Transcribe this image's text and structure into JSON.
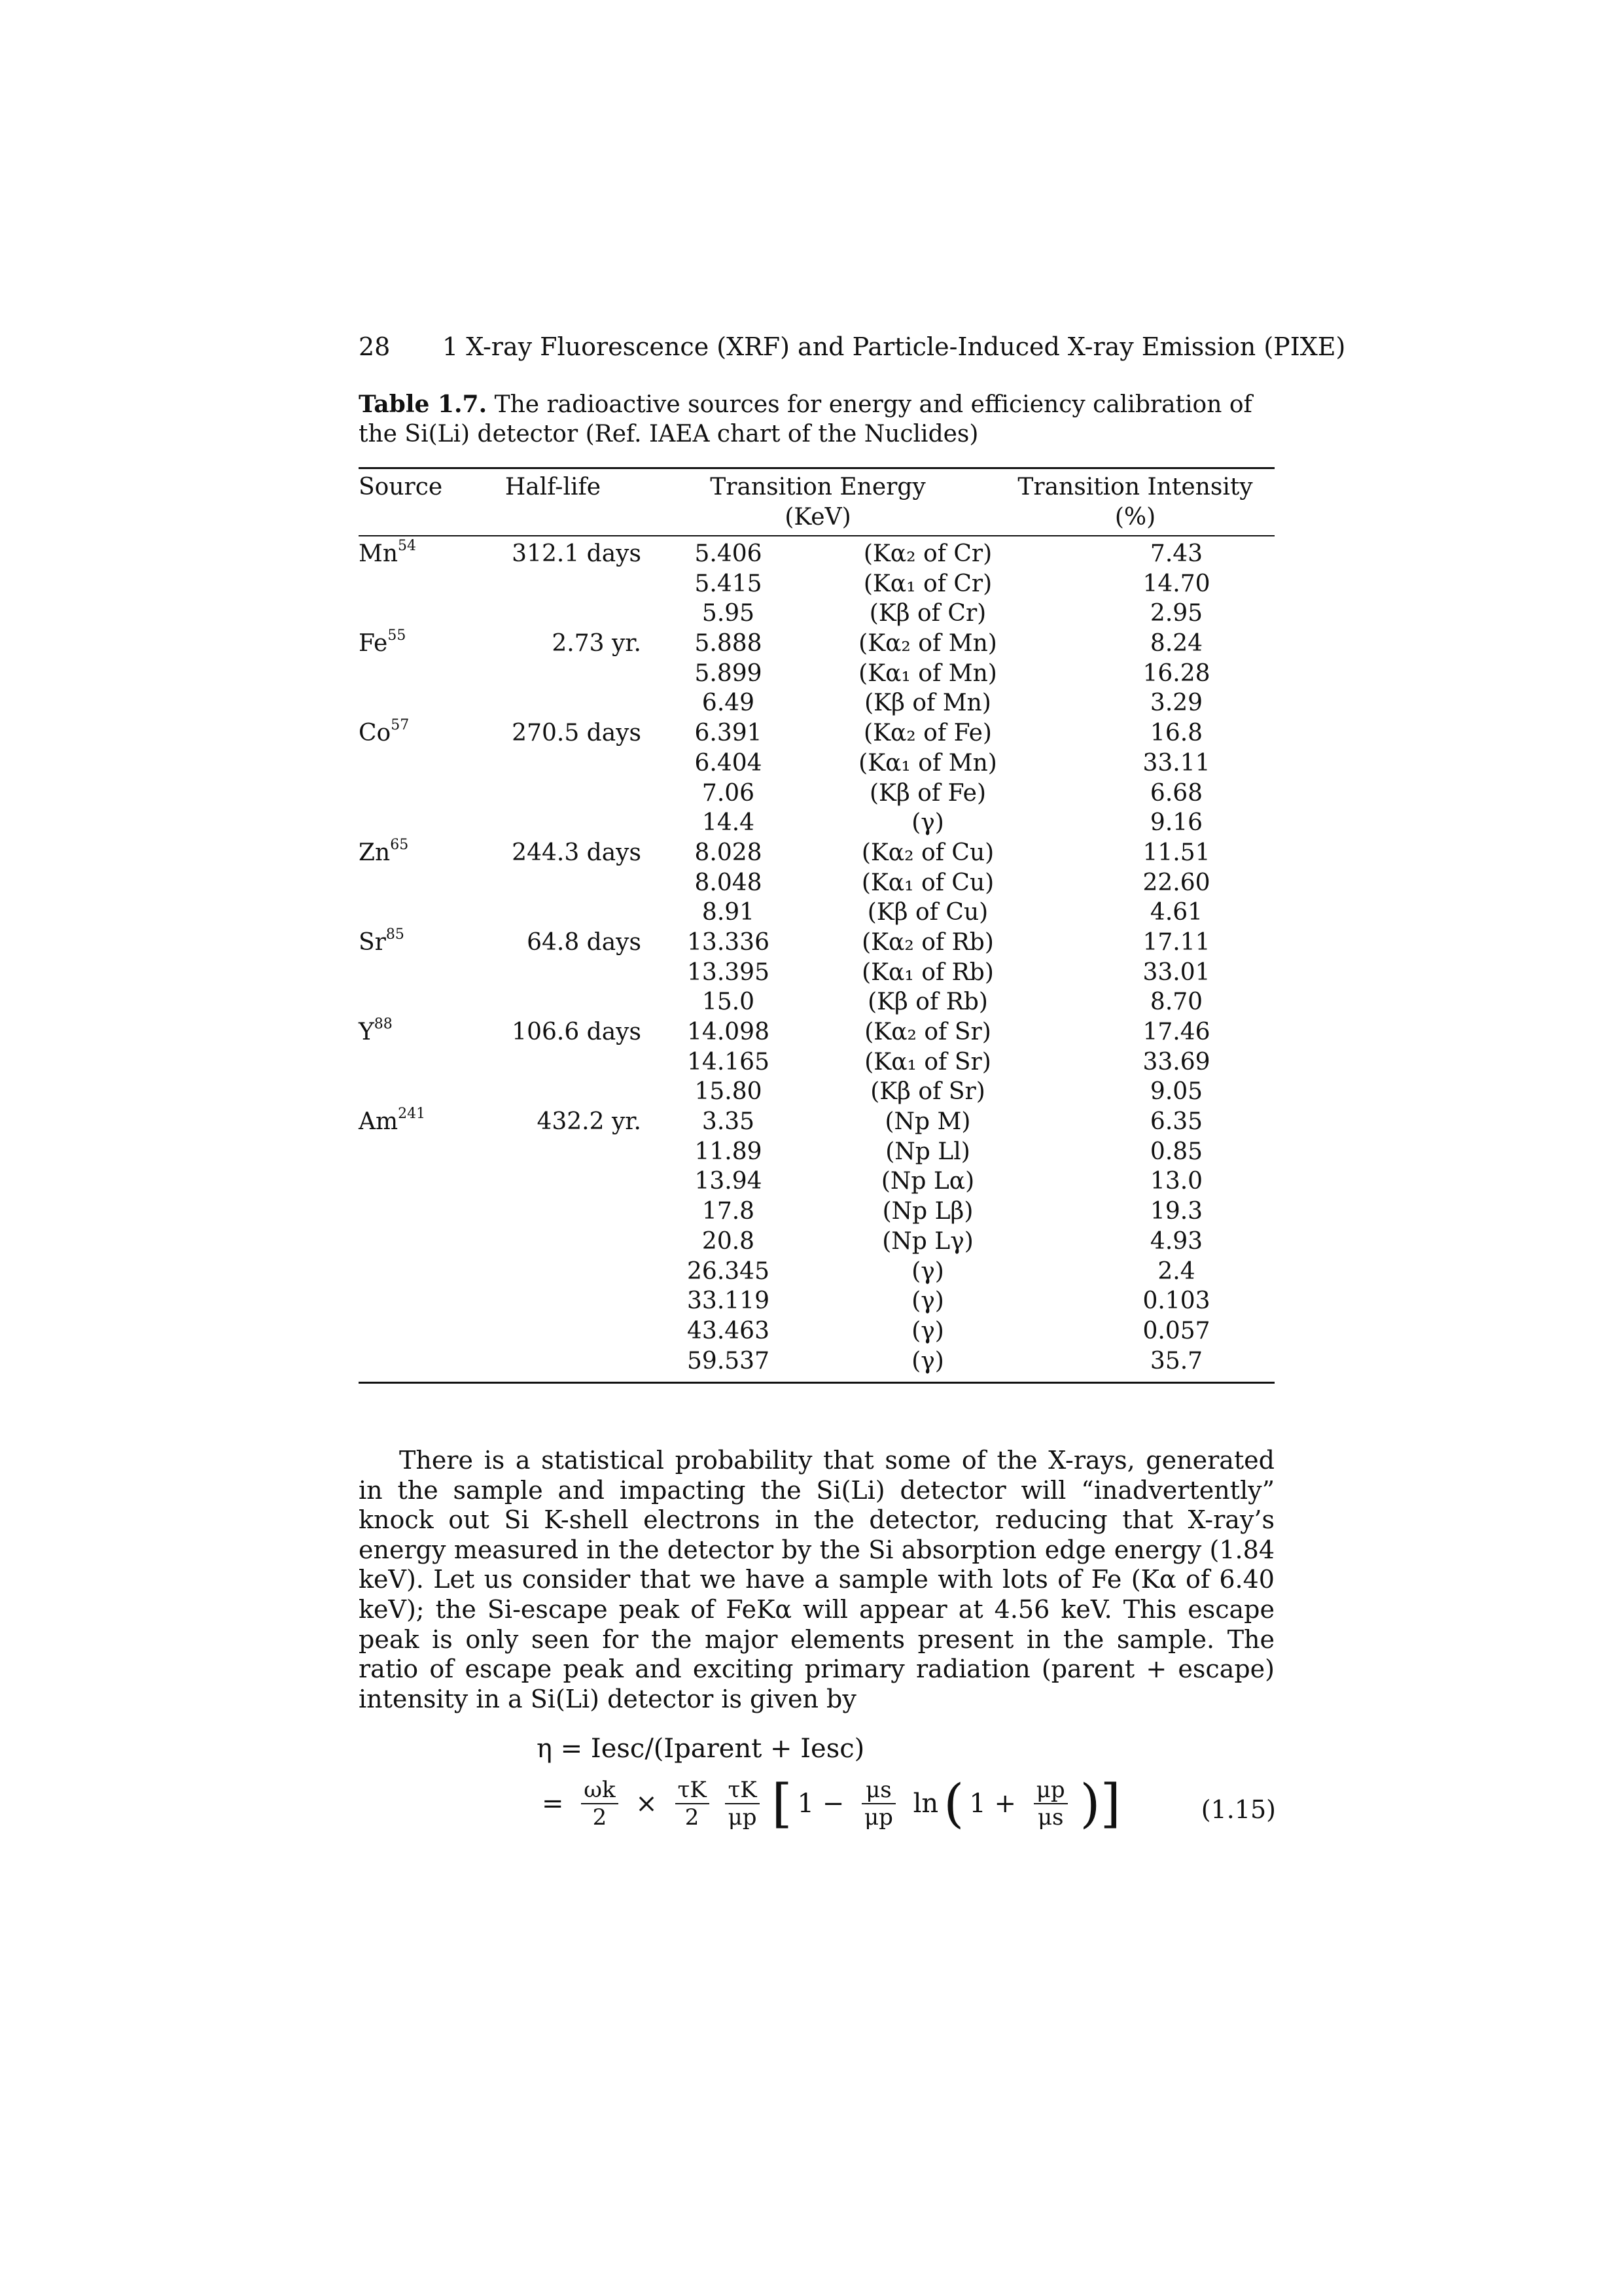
{
  "header": {
    "page_number": "28",
    "running_title": "1 X-ray Fluorescence (XRF) and Particle-Induced X-ray Emission (PIXE)"
  },
  "caption": {
    "label": "Table 1.7.",
    "text": "The radioactive sources for energy and efficiency calibration of the Si(Li) detector (Ref. IAEA chart of the Nuclides)"
  },
  "table": {
    "headers": {
      "source": "Source",
      "half_life": "Half-life",
      "energy": "Transition Energy",
      "energy_unit": "(KeV)",
      "intensity": "Transition Intensity",
      "intensity_unit": "(%)"
    },
    "rows": [
      {
        "source": "Mn",
        "mass": "54",
        "half_life": "312.1 days",
        "energy": "5.406",
        "transition": "(Kα₂ of Cr)",
        "intensity": "7.43"
      },
      {
        "source": "",
        "mass": "",
        "half_life": "",
        "energy": "5.415",
        "transition": "(Kα₁ of Cr)",
        "intensity": "14.70"
      },
      {
        "source": "",
        "mass": "",
        "half_life": "",
        "energy": "5.95",
        "transition": "(Kβ of Cr)",
        "intensity": "2.95"
      },
      {
        "source": "Fe",
        "mass": "55",
        "half_life": "2.73 yr.",
        "energy": "5.888",
        "transition": "(Kα₂ of Mn)",
        "intensity": "8.24"
      },
      {
        "source": "",
        "mass": "",
        "half_life": "",
        "energy": "5.899",
        "transition": "(Kα₁ of Mn)",
        "intensity": "16.28"
      },
      {
        "source": "",
        "mass": "",
        "half_life": "",
        "energy": "6.49",
        "transition": "(Kβ of Mn)",
        "intensity": "3.29"
      },
      {
        "source": "Co",
        "mass": "57",
        "half_life": "270.5 days",
        "energy": "6.391",
        "transition": "(Kα₂ of Fe)",
        "intensity": "16.8"
      },
      {
        "source": "",
        "mass": "",
        "half_life": "",
        "energy": "6.404",
        "transition": "(Kα₁ of Mn)",
        "intensity": "33.11"
      },
      {
        "source": "",
        "mass": "",
        "half_life": "",
        "energy": "7.06",
        "transition": "(Kβ of Fe)",
        "intensity": "6.68"
      },
      {
        "source": "",
        "mass": "",
        "half_life": "",
        "energy": "14.4",
        "transition": "(γ)",
        "intensity": "9.16"
      },
      {
        "source": "Zn",
        "mass": "65",
        "half_life": "244.3 days",
        "energy": "8.028",
        "transition": "(Kα₂ of Cu)",
        "intensity": "11.51"
      },
      {
        "source": "",
        "mass": "",
        "half_life": "",
        "energy": "8.048",
        "transition": "(Kα₁ of Cu)",
        "intensity": "22.60"
      },
      {
        "source": "",
        "mass": "",
        "half_life": "",
        "energy": "8.91",
        "transition": "(Kβ of Cu)",
        "intensity": "4.61"
      },
      {
        "source": "Sr",
        "mass": "85",
        "half_life": "64.8 days",
        "energy": "13.336",
        "transition": "(Kα₂ of Rb)",
        "intensity": "17.11"
      },
      {
        "source": "",
        "mass": "",
        "half_life": "",
        "energy": "13.395",
        "transition": "(Kα₁ of Rb)",
        "intensity": "33.01"
      },
      {
        "source": "",
        "mass": "",
        "half_life": "",
        "energy": "15.0",
        "transition": "(Kβ of Rb)",
        "intensity": "8.70"
      },
      {
        "source": "Y",
        "mass": "88",
        "half_life": "106.6 days",
        "energy": "14.098",
        "transition": "(Kα₂ of Sr)",
        "intensity": "17.46"
      },
      {
        "source": "",
        "mass": "",
        "half_life": "",
        "energy": "14.165",
        "transition": "(Kα₁ of Sr)",
        "intensity": "33.69"
      },
      {
        "source": "",
        "mass": "",
        "half_life": "",
        "energy": "15.80",
        "transition": "(Kβ of Sr)",
        "intensity": "9.05"
      },
      {
        "source": "Am",
        "mass": "241",
        "half_life": "432.2 yr.",
        "energy": "3.35",
        "transition": "(Np M)",
        "intensity": "6.35"
      },
      {
        "source": "",
        "mass": "",
        "half_life": "",
        "energy": "11.89",
        "transition": "(Np Ll)",
        "intensity": "0.85"
      },
      {
        "source": "",
        "mass": "",
        "half_life": "",
        "energy": "13.94",
        "transition": "(Np Lα)",
        "intensity": "13.0"
      },
      {
        "source": "",
        "mass": "",
        "half_life": "",
        "energy": "17.8",
        "transition": "(Np Lβ)",
        "intensity": "19.3"
      },
      {
        "source": "",
        "mass": "",
        "half_life": "",
        "energy": "20.8",
        "transition": "(Np Lγ)",
        "intensity": "4.93"
      },
      {
        "source": "",
        "mass": "",
        "half_life": "",
        "energy": "26.345",
        "transition": "(γ)",
        "intensity": "2.4"
      },
      {
        "source": "",
        "mass": "",
        "half_life": "",
        "energy": "33.119",
        "transition": "(γ)",
        "intensity": "0.103"
      },
      {
        "source": "",
        "mass": "",
        "half_life": "",
        "energy": "43.463",
        "transition": "(γ)",
        "intensity": "0.057"
      },
      {
        "source": "",
        "mass": "",
        "half_life": "",
        "energy": "59.537",
        "transition": "(γ)",
        "intensity": "35.7"
      }
    ]
  },
  "paragraph": "There is a statistical probability that some of the X-rays, generated in the sample and impacting the Si(Li) detector will “inadvertently” knock out Si K-shell electrons in the detector, reducing that X-ray’s energy measured in the detector by the Si absorption edge energy (1.84 keV). Let us consider that we have a sample with lots of Fe (Kα of 6.40 keV); the Si-escape peak of FeKα will appear at 4.56 keV. This escape peak is only seen for the major elements present in the sample. The ratio of escape peak and exciting primary radiation (parent + escape) intensity in a Si(Li) detector is given by",
  "equation": {
    "line1": "η = Iesc/(Iparent + Iesc)",
    "number": "(1.15)",
    "frac1_num": "ωk",
    "frac1_den": "2",
    "frac2_num": "τK",
    "frac2_den": "2",
    "frac3_num": "τK",
    "frac3_den": "μp",
    "frac4_num": "μs",
    "frac4_den": "μp",
    "frac5_num": "μp",
    "frac5_den": "μs"
  }
}
